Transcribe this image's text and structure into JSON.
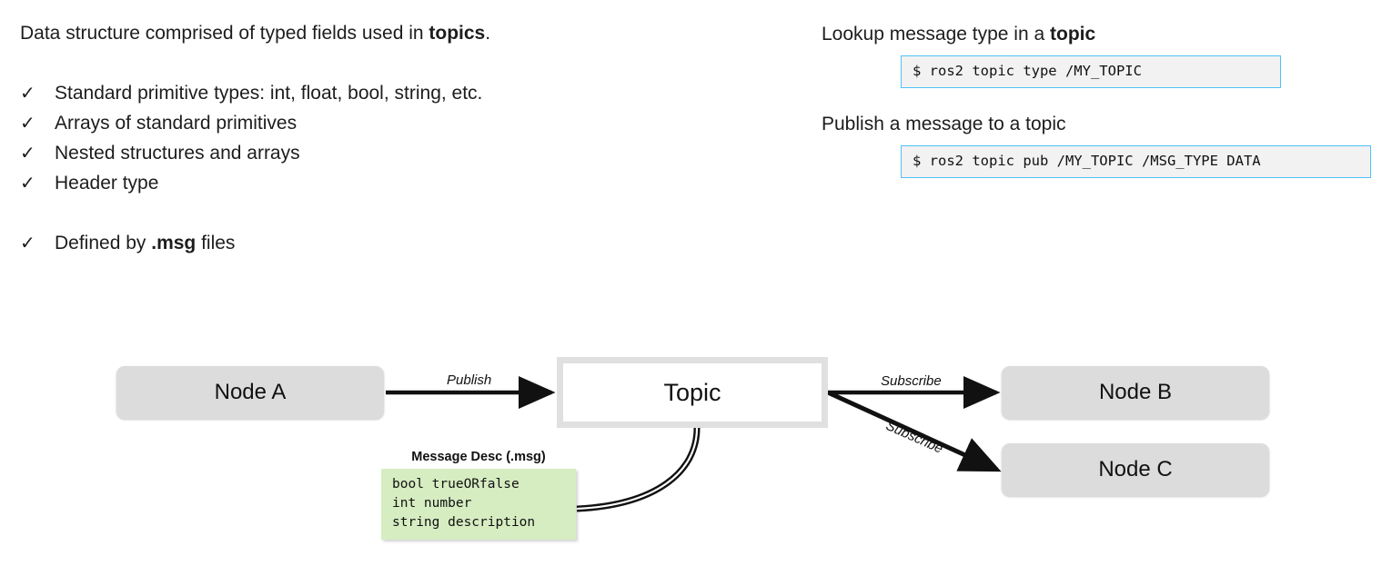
{
  "left": {
    "intro_prefix": "Data structure comprised of typed fields used in ",
    "intro_bold": "topics",
    "intro_suffix": ".",
    "check_glyph": "✓",
    "bullets": [
      "Standard primitive types: int, float, bool, string, etc.",
      "Arrays of standard primitives",
      "Nested structures and arrays",
      "Header type"
    ],
    "bullet_defined_prefix": "Defined by ",
    "bullet_defined_bold": ".msg",
    "bullet_defined_suffix": " files"
  },
  "right": {
    "lookup": {
      "heading_prefix": "Lookup message type in a ",
      "heading_bold": "topic",
      "command": "$ ros2 topic type /MY_TOPIC"
    },
    "publish": {
      "heading": "Publish a message to a topic",
      "command": "$ ros2 topic pub /MY_TOPIC /MSG_TYPE DATA"
    }
  },
  "diagram": {
    "node_a": "Node A",
    "node_b": "Node B",
    "node_c": "Node C",
    "topic": "Topic",
    "label_publish": "Publish",
    "label_subscribe_b": "Subscribe",
    "label_subscribe_c": "Subscribe",
    "msg_desc_label": "Message Desc (.msg)",
    "msg_lines": [
      "bool trueORfalse",
      "int number",
      "string description"
    ]
  },
  "colors": {
    "node_fill": "#dcdcdc",
    "topic_border": "#e0e0e0",
    "msg_fill": "#d6ecc1",
    "cmd_border": "#4fc3f7",
    "cmd_fill": "#f2f2f2",
    "text": "#1d1d1d"
  }
}
